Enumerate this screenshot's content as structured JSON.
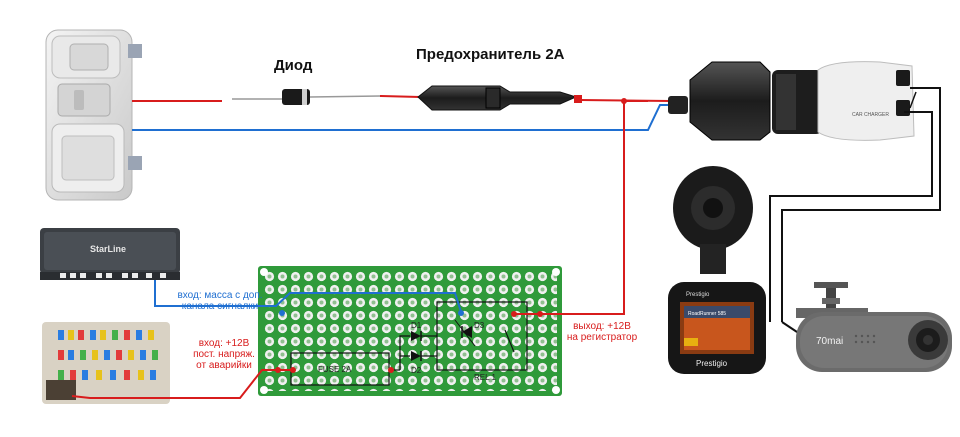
{
  "labels": {
    "diode": "Диод",
    "fuse": "Предохранитель 2А",
    "input_ground": [
      "вход: масса с доп.",
      "канала сигналки"
    ],
    "input_power": [
      "вход: +12В",
      "пост. напряж.",
      "от аварийки"
    ],
    "output": [
      "выход: +12В",
      "на регистратор"
    ]
  },
  "pcb": {
    "fuse_label": "FUSE 2A",
    "d1": "D1",
    "d2": "D2",
    "d3": "D3",
    "relay_label": "REL 1"
  },
  "devices": {
    "alarm_brand": "StarLine",
    "dvr_brand": "Prestigio",
    "dvr_model": "RoadRunner 585",
    "cam_brand": "70mai",
    "charger_text": "CAR CHARGER"
  },
  "colors": {
    "wire_red": "#d81c1c",
    "wire_blue": "#1f6fd1",
    "wire_black": "#111111",
    "pcb_green": "#2f9a3a"
  }
}
